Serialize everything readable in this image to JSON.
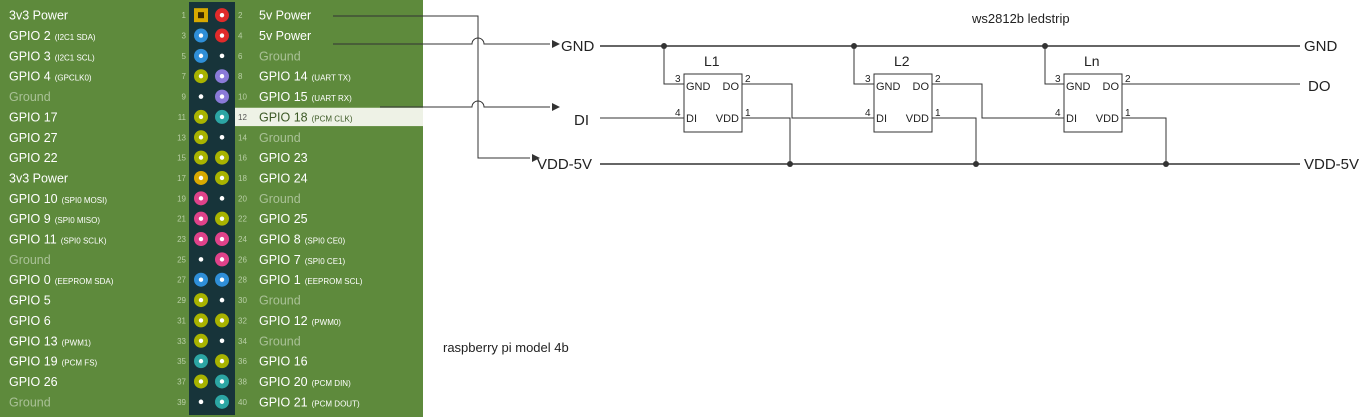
{
  "header": {
    "ledstrip_title": "ws2812b ledstrip",
    "board_caption": "raspberry pi model 4b"
  },
  "pins": [
    {
      "num": "1",
      "label": "3v3 Power",
      "sub": "",
      "color": "#d8a900",
      "style": "square",
      "muted": false
    },
    {
      "num": "2",
      "label": "5v Power",
      "sub": "",
      "color": "#e02b2b",
      "style": "dot",
      "muted": false
    },
    {
      "num": "3",
      "label": "GPIO 2",
      "sub": "(I2C1 SDA)",
      "color": "#2f8fd8",
      "style": "dot",
      "muted": false
    },
    {
      "num": "4",
      "label": "5v Power",
      "sub": "",
      "color": "#e02b2b",
      "style": "dot",
      "muted": false
    },
    {
      "num": "5",
      "label": "GPIO 3",
      "sub": "(I2C1 SCL)",
      "color": "#2f8fd8",
      "style": "dot",
      "muted": false
    },
    {
      "num": "6",
      "label": "Ground",
      "sub": "",
      "color": "#000000",
      "style": "ground",
      "muted": true
    },
    {
      "num": "7",
      "label": "GPIO 4",
      "sub": "(GPCLK0)",
      "color": "#a8b300",
      "style": "dot",
      "muted": false
    },
    {
      "num": "8",
      "label": "GPIO 14",
      "sub": "(UART TX)",
      "color": "#8a7ad8",
      "style": "dot",
      "muted": false
    },
    {
      "num": "9",
      "label": "Ground",
      "sub": "",
      "color": "#000000",
      "style": "ground",
      "muted": true
    },
    {
      "num": "10",
      "label": "GPIO 15",
      "sub": "(UART RX)",
      "color": "#8a7ad8",
      "style": "dot",
      "muted": false
    },
    {
      "num": "11",
      "label": "GPIO 17",
      "sub": "",
      "color": "#a8b300",
      "style": "dot",
      "muted": false
    },
    {
      "num": "12",
      "label": "GPIO 18",
      "sub": "(PCM CLK)",
      "color": "#2ca6a4",
      "style": "dot",
      "muted": false,
      "highlight": true
    },
    {
      "num": "13",
      "label": "GPIO 27",
      "sub": "",
      "color": "#a8b300",
      "style": "dot",
      "muted": false
    },
    {
      "num": "14",
      "label": "Ground",
      "sub": "",
      "color": "#000000",
      "style": "ground",
      "muted": true
    },
    {
      "num": "15",
      "label": "GPIO 22",
      "sub": "",
      "color": "#a8b300",
      "style": "dot",
      "muted": false
    },
    {
      "num": "16",
      "label": "GPIO 23",
      "sub": "",
      "color": "#a8b300",
      "style": "dot",
      "muted": false
    },
    {
      "num": "17",
      "label": "3v3 Power",
      "sub": "",
      "color": "#d8a900",
      "style": "dot",
      "muted": false
    },
    {
      "num": "18",
      "label": "GPIO 24",
      "sub": "",
      "color": "#a8b300",
      "style": "dot",
      "muted": false
    },
    {
      "num": "19",
      "label": "GPIO 10",
      "sub": "(SPI0 MOSI)",
      "color": "#e0428a",
      "style": "dot",
      "muted": false
    },
    {
      "num": "20",
      "label": "Ground",
      "sub": "",
      "color": "#000000",
      "style": "ground",
      "muted": true
    },
    {
      "num": "21",
      "label": "GPIO 9",
      "sub": "(SPI0 MISO)",
      "color": "#e0428a",
      "style": "dot",
      "muted": false
    },
    {
      "num": "22",
      "label": "GPIO 25",
      "sub": "",
      "color": "#a8b300",
      "style": "dot",
      "muted": false
    },
    {
      "num": "23",
      "label": "GPIO 11",
      "sub": "(SPI0 SCLK)",
      "color": "#e0428a",
      "style": "dot",
      "muted": false
    },
    {
      "num": "24",
      "label": "GPIO 8",
      "sub": "(SPI0 CE0)",
      "color": "#e0428a",
      "style": "dot",
      "muted": false
    },
    {
      "num": "25",
      "label": "Ground",
      "sub": "",
      "color": "#000000",
      "style": "ground",
      "muted": true
    },
    {
      "num": "26",
      "label": "GPIO 7",
      "sub": "(SPI0 CE1)",
      "color": "#e0428a",
      "style": "dot",
      "muted": false
    },
    {
      "num": "27",
      "label": "GPIO 0",
      "sub": "(EEPROM SDA)",
      "color": "#2f8fd8",
      "style": "dot",
      "muted": false
    },
    {
      "num": "28",
      "label": "GPIO 1",
      "sub": "(EEPROM SCL)",
      "color": "#2f8fd8",
      "style": "dot",
      "muted": false
    },
    {
      "num": "29",
      "label": "GPIO 5",
      "sub": "",
      "color": "#a8b300",
      "style": "dot",
      "muted": false
    },
    {
      "num": "30",
      "label": "Ground",
      "sub": "",
      "color": "#000000",
      "style": "ground",
      "muted": true
    },
    {
      "num": "31",
      "label": "GPIO 6",
      "sub": "",
      "color": "#a8b300",
      "style": "dot",
      "muted": false
    },
    {
      "num": "32",
      "label": "GPIO 12",
      "sub": "(PWM0)",
      "color": "#a8b300",
      "style": "dot",
      "muted": false
    },
    {
      "num": "33",
      "label": "GPIO 13",
      "sub": "(PWM1)",
      "color": "#a8b300",
      "style": "dot",
      "muted": false
    },
    {
      "num": "34",
      "label": "Ground",
      "sub": "",
      "color": "#000000",
      "style": "ground",
      "muted": true
    },
    {
      "num": "35",
      "label": "GPIO 19",
      "sub": "(PCM FS)",
      "color": "#2ca6a4",
      "style": "dot",
      "muted": false
    },
    {
      "num": "36",
      "label": "GPIO 16",
      "sub": "",
      "color": "#a8b300",
      "style": "dot",
      "muted": false
    },
    {
      "num": "37",
      "label": "GPIO 26",
      "sub": "",
      "color": "#a8b300",
      "style": "dot",
      "muted": false
    },
    {
      "num": "38",
      "label": "GPIO 20",
      "sub": "(PCM DIN)",
      "color": "#2ca6a4",
      "style": "dot",
      "muted": false
    },
    {
      "num": "39",
      "label": "Ground",
      "sub": "",
      "color": "#000000",
      "style": "ground",
      "muted": true
    },
    {
      "num": "40",
      "label": "GPIO 21",
      "sub": "(PCM DOUT)",
      "color": "#2ca6a4",
      "style": "dot",
      "muted": false
    }
  ],
  "schematic": {
    "nets": {
      "gnd_left": "GND",
      "gnd_right": "GND",
      "di": "DI",
      "do": "DO",
      "vdd_left": "VDD-5V",
      "vdd_right": "VDD-5V"
    },
    "leds": [
      {
        "name": "L1",
        "pin_gnd": "GND",
        "pin_do": "DO",
        "pin_di": "DI",
        "pin_vdd": "VDD",
        "n_gnd": "3",
        "n_do": "2",
        "n_di": "4",
        "n_vdd": "1"
      },
      {
        "name": "L2",
        "pin_gnd": "GND",
        "pin_do": "DO",
        "pin_di": "DI",
        "pin_vdd": "VDD",
        "n_gnd": "3",
        "n_do": "2",
        "n_di": "4",
        "n_vdd": "1"
      },
      {
        "name": "Ln",
        "pin_gnd": "GND",
        "pin_do": "DO",
        "pin_di": "DI",
        "pin_vdd": "VDD",
        "n_gnd": "3",
        "n_do": "2",
        "n_di": "4",
        "n_vdd": "1"
      }
    ]
  },
  "colors": {
    "board_green": "#5e8a3c",
    "header_dark": "#17343a",
    "muted_text": "#a9c196",
    "highlight_row": "#eef2e6",
    "wire": "#333333"
  }
}
